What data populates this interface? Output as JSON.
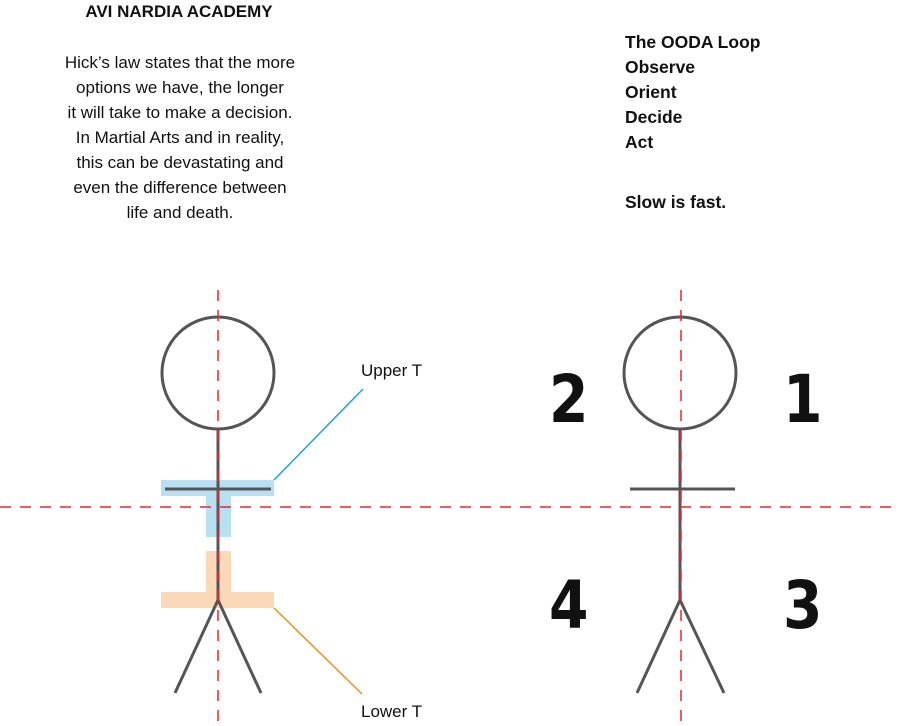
{
  "header": {
    "title": "AVI NARDIA ACADEMY"
  },
  "intro": {
    "lines": [
      "Hick’s law states that the more",
      "options we have, the longer",
      "it will take to make a decision.",
      "In Martial Arts and in reality,",
      "this can be devastating and",
      "even the difference between",
      "life and death."
    ]
  },
  "ooda": {
    "lines": [
      "The OODA Loop",
      "Observe",
      "Orient",
      "Decide",
      "Act"
    ],
    "motto": "Slow is fast."
  },
  "callouts": {
    "upper": "Upper T",
    "lower": "Lower T"
  },
  "quadrants": {
    "q1": "1",
    "q2": "2",
    "q3": "3",
    "q4": "4"
  },
  "colors": {
    "guide_line": "#e8262c",
    "figure_stroke": "#555555",
    "upper_highlight": "#b9e0f2",
    "lower_highlight": "#fbd9b8",
    "upper_leader": "#1ba1dc",
    "lower_leader": "#e8931a"
  }
}
